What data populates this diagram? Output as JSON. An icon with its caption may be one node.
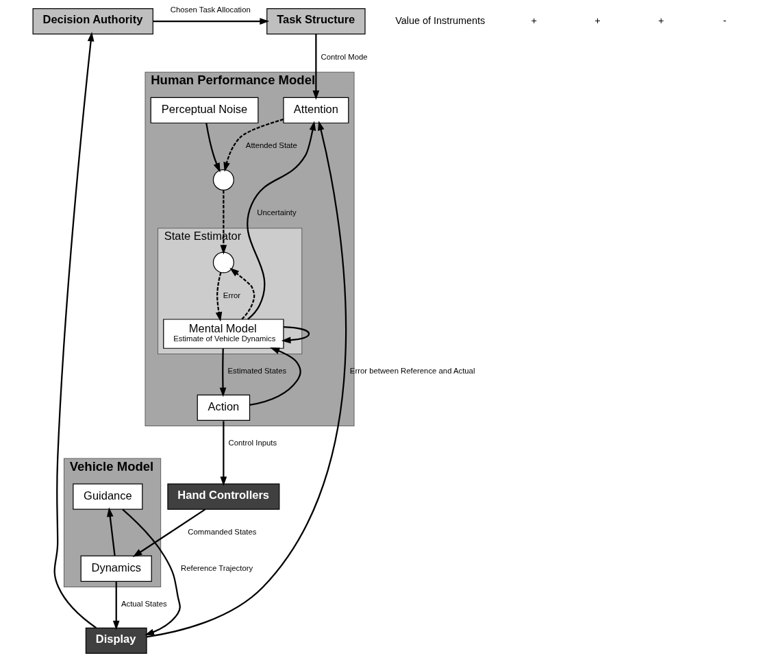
{
  "diagram": {
    "nodes": [
      {
        "text": [
          "Decision Authority"
        ]
      },
      {
        "text": [
          "Task Structure"
        ]
      },
      {
        "text": [
          "Human Performance Model"
        ]
      },
      {
        "text": [
          "Attention"
        ],
        "in": 2
      },
      {
        "text": [
          "State Estimator"
        ],
        "in": 2
      },
      {
        "text": [],
        "shape": "circle",
        "in": 2
      },
      {
        "text": [
          "Perceptual Noise"
        ],
        "in": 2
      },
      {
        "text": [],
        "shape": "circle",
        "in": 4
      },
      {
        "text": [
          "Mental Model",
          "Estimate of Vehicle Dynamics"
        ],
        "in": 4
      },
      {
        "text": [
          "Action"
        ],
        "in": 2
      },
      {
        "text": [
          "Vehicle Model"
        ]
      },
      {
        "text": [
          "Guidance"
        ],
        "in": 10
      },
      {
        "text": [
          "Dynamics"
        ],
        "in": 10
      },
      {
        "text": [
          "Display"
        ]
      },
      {
        "text": [
          "Hand Controllers"
        ]
      }
    ],
    "edges": [
      {
        "from": 0,
        "to": 1,
        "arrow": "to",
        "label": "Chosen Task Allocation"
      },
      {
        "from": 1,
        "to": 3,
        "arrow": "to",
        "label": "Control Mode"
      },
      {
        "from": 13,
        "to": 0,
        "arrow": "to"
      },
      {
        "from": 13,
        "to": 3,
        "arrow": "to",
        "label": "Error between Reference and Actual"
      },
      {
        "from": 8,
        "to": 3,
        "arrow": "to",
        "label": "Uncertainty"
      },
      {
        "from": 3,
        "to": 5,
        "arrow": "to",
        "label": "Attended State",
        "style": "dashed"
      },
      {
        "from": 6,
        "to": 5,
        "arrow": "to"
      },
      {
        "from": 5,
        "to": 7,
        "arrow": "to",
        "style": "dashed"
      },
      {
        "from": 8,
        "to": 7,
        "arrow": "to",
        "style": "dashed"
      },
      {
        "from": 7,
        "to": 8,
        "arrow": "to",
        "label": "Error",
        "style": "dashed"
      },
      {
        "from": 8,
        "to": 8,
        "arrow": "to"
      },
      {
        "from": 9,
        "to": 8,
        "arrow": "to"
      },
      {
        "from": 8,
        "to": 9,
        "arrow": "to",
        "label": "Estimated States"
      },
      {
        "from": 9,
        "to": 14,
        "arrow": "to",
        "label": "Control Inputs"
      },
      {
        "from": 14,
        "to": 12,
        "arrow": "to",
        "label": "Commanded States"
      },
      {
        "from": 12,
        "to": 11,
        "arrow": "to"
      },
      {
        "from": 11,
        "to": 13,
        "arrow": "to",
        "label": "Reference Trajectory"
      },
      {
        "from": 12,
        "to": 13,
        "arrow": "to",
        "label": "Actual States"
      }
    ],
    "labels": [
      "Value of Instruments",
      "+",
      "+",
      "+",
      "-"
    ]
  }
}
